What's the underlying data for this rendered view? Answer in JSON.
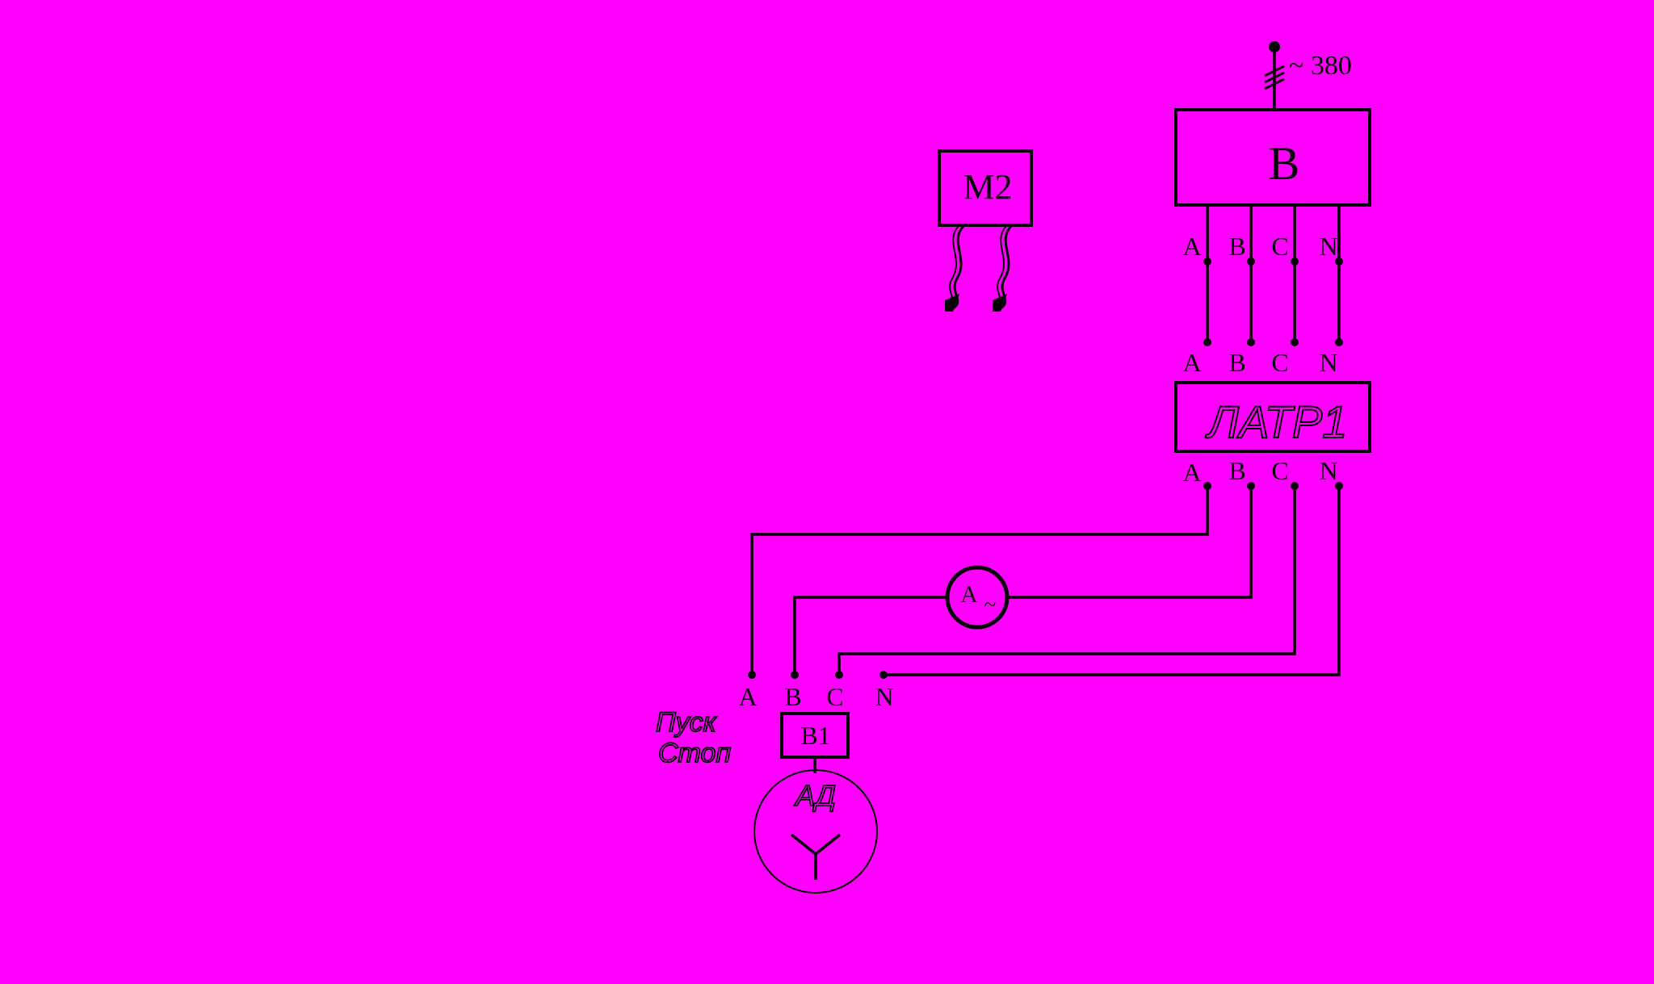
{
  "colors": {
    "background": "#ff00ff",
    "ink": "#000000"
  },
  "supply": {
    "label": "~ 380"
  },
  "breaker_b": {
    "label": "B"
  },
  "motor_m2": {
    "label": "M2"
  },
  "phase_labels": {
    "a": "A",
    "b": "B",
    "c": "C",
    "n": "N"
  },
  "latr": {
    "label": "ЛАТР1"
  },
  "ammeter": {
    "label": "A",
    "symbol": "~"
  },
  "switch_b1": {
    "label": "B1"
  },
  "control": {
    "start": "Пуск",
    "stop": "Стоп"
  },
  "motor_ad": {
    "label": "АД"
  },
  "icons": {
    "wye": "wye-connection-icon",
    "plug": "plug-icon",
    "cable": "cable-icon"
  }
}
